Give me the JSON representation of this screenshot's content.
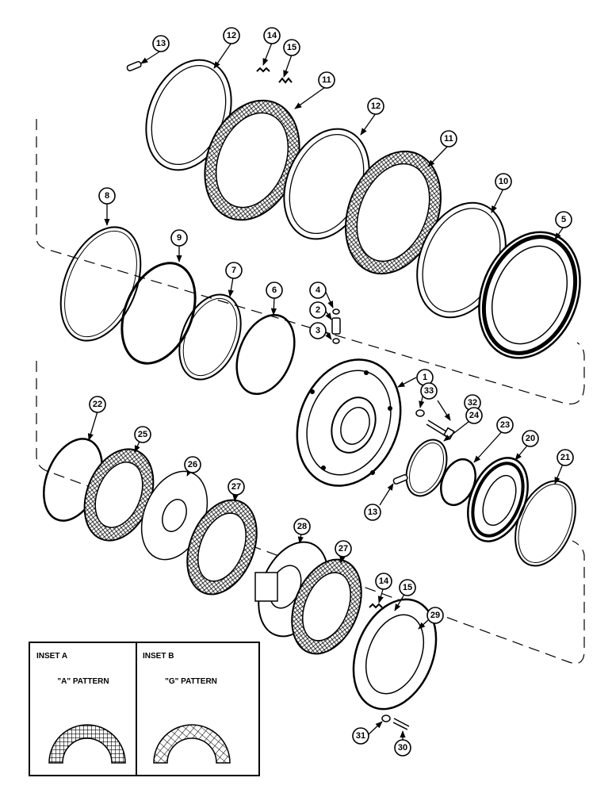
{
  "callouts": [
    "1",
    "2",
    "3",
    "4",
    "5",
    "6",
    "7",
    "8",
    "9",
    "10",
    "11",
    "11",
    "12",
    "12",
    "13",
    "13",
    "14",
    "14",
    "15",
    "15",
    "20",
    "21",
    "22",
    "23",
    "24",
    "25",
    "26",
    "27",
    "27",
    "28",
    "29",
    "30",
    "31",
    "32",
    "33"
  ],
  "insets": {
    "a": {
      "title": "INSET A",
      "pattern": "\"A\" PATTERN"
    },
    "b": {
      "title": "INSET B",
      "pattern": "\"G\" PATTERN"
    }
  },
  "colors": {
    "ink": "#000000",
    "paper": "#ffffff"
  },
  "icons": {
    "arrow": "arrowhead"
  }
}
